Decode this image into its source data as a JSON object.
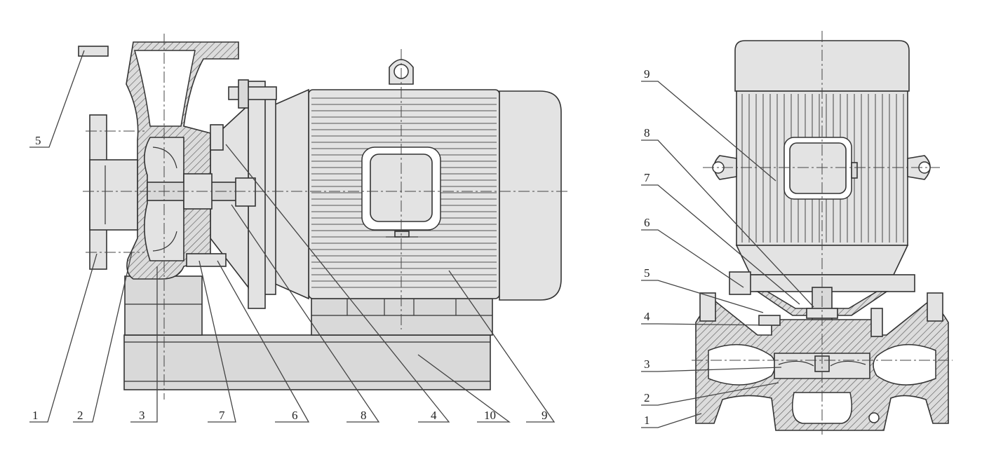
{
  "left_figure": {
    "labels": [
      "1",
      "2",
      "3",
      "7",
      "6",
      "8",
      "4",
      "10",
      "9",
      "5"
    ]
  },
  "right_figure": {
    "labels": [
      "9",
      "8",
      "7",
      "6",
      "5",
      "4",
      "3",
      "2",
      "1"
    ]
  }
}
